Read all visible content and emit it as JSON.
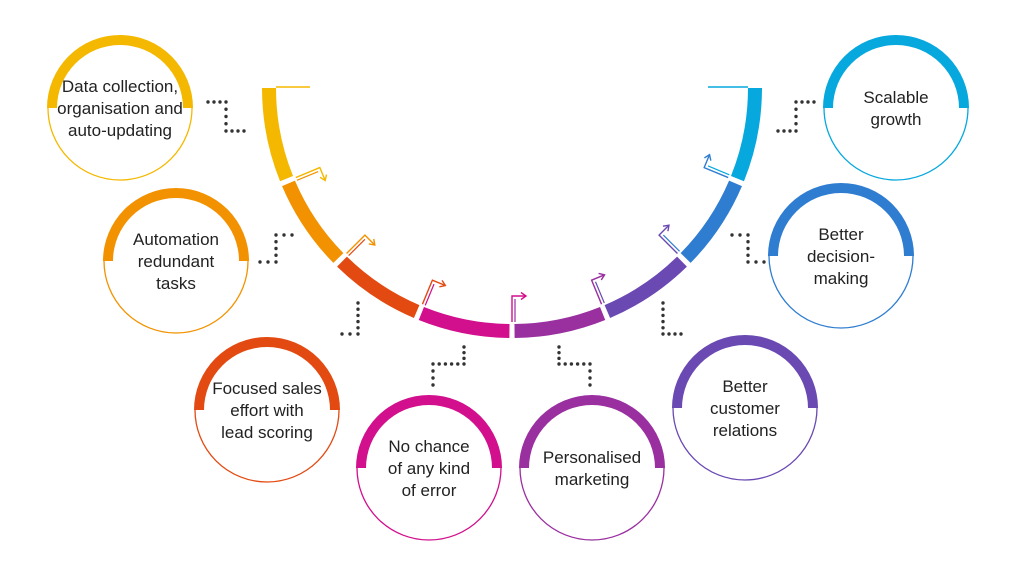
{
  "title": "CRM benefits arc diagram",
  "benefits": [
    {
      "id": "data-collection",
      "lines": [
        "Data collection,",
        "organisation and",
        "auto-updating"
      ],
      "color": "#F5B800"
    },
    {
      "id": "automation",
      "lines": [
        "Automation",
        "redundant",
        "tasks"
      ],
      "color": "#F29200"
    },
    {
      "id": "focused-sales",
      "lines": [
        "Focused sales",
        "effort with",
        "lead scoring"
      ],
      "color": "#E34A12"
    },
    {
      "id": "no-error",
      "lines": [
        "No chance",
        "of any kind",
        "of error"
      ],
      "color": "#D20F8C"
    },
    {
      "id": "personalised-marketing",
      "lines": [
        "Personalised",
        "marketing"
      ],
      "color": "#9A2FA0"
    },
    {
      "id": "customer-relations",
      "lines": [
        "Better",
        "customer",
        "relations"
      ],
      "color": "#6A49B3"
    },
    {
      "id": "decision-making",
      "lines": [
        "Better",
        "decision-",
        "making"
      ],
      "color": "#2F7DD1"
    },
    {
      "id": "scalable-growth",
      "lines": [
        "Scalable",
        "growth"
      ],
      "color": "#06A8DE"
    }
  ],
  "connector_color": "#333333"
}
